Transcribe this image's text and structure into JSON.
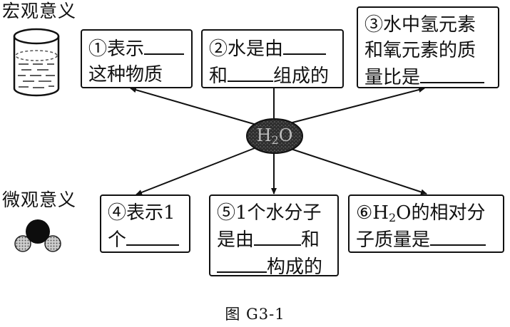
{
  "labels": {
    "macro": "宏观意义",
    "micro": "微观意义"
  },
  "center": {
    "formula_main": "H",
    "formula_sub": "2",
    "formula_tail": "O"
  },
  "boxes": {
    "b1": {
      "line1": "①表示",
      "line2": "这种物质"
    },
    "b2": {
      "line1": "②水是由",
      "line2a": "和",
      "line2b": "组成的"
    },
    "b3": {
      "line1": "③水中氢元素",
      "line2": "和氧元素的质",
      "line3": "量比是"
    },
    "b4": {
      "line1": "④表示1",
      "line2": "个"
    },
    "b5": {
      "line1": "⑤1个水分子",
      "line2a": "是由",
      "line2b": "和",
      "line3": "构成的"
    },
    "b6": {
      "line1a": "⑥H",
      "line1sub": "2",
      "line1b": "O的相对分",
      "line2": "子质量是"
    }
  },
  "caption": "图 G3-1"
}
